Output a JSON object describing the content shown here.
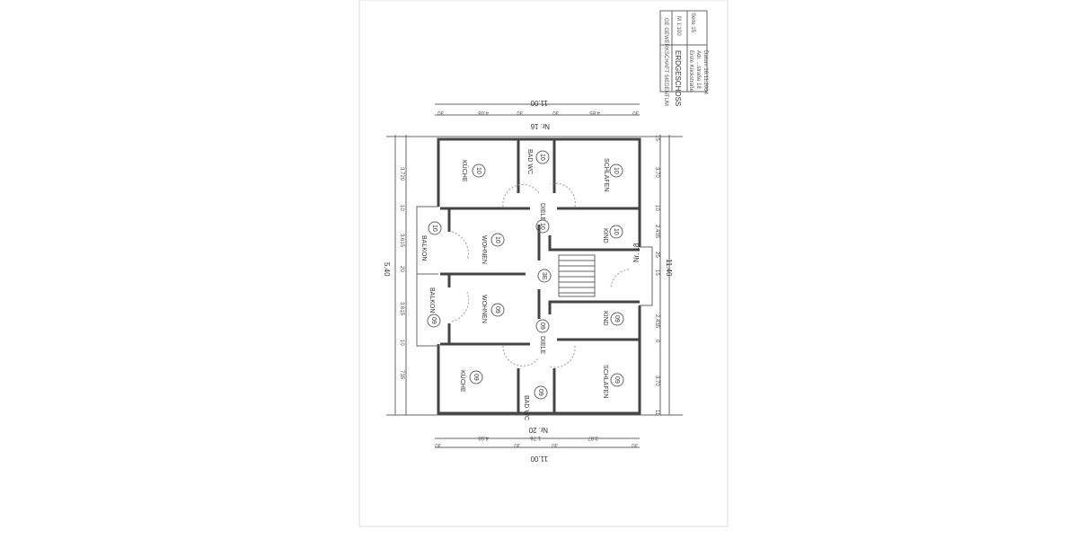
{
  "title_block": {
    "company": "GE GEWERKSCHAFT SIEDENTUM",
    "scale": "M 1:100",
    "floor": "ERDGESCHOSS",
    "line1": "Erste Kückstraße",
    "line2": "Adr. ...straße 18",
    "date": "Datum 16.11.2004",
    "page": "Seite 15"
  },
  "apartments": {
    "top": "Nr. 16",
    "bottom": "Nr. 20",
    "stair": "Nr. 18"
  },
  "rooms": [
    {
      "name": "KÜCHE",
      "num": "10"
    },
    {
      "name": "BAD WC",
      "num": "10"
    },
    {
      "name": "SCHLAFEN",
      "num": "10"
    },
    {
      "name": "DIELE",
      "num": "10"
    },
    {
      "name": "KIND",
      "num": "10"
    },
    {
      "name": "WOHNEN",
      "num": "10"
    },
    {
      "name": "BALKON",
      "num": "10"
    },
    {
      "name": "",
      "num": "3E"
    },
    {
      "name": "WOHNEN",
      "num": "09"
    },
    {
      "name": "BALKON",
      "num": "09"
    },
    {
      "name": "DIELE",
      "num": "09"
    },
    {
      "name": "KIND",
      "num": "09"
    },
    {
      "name": "KÜCHE",
      "num": "09"
    },
    {
      "name": "BAD WC",
      "num": "09"
    },
    {
      "name": "SCHLAFEN",
      "num": "09"
    }
  ],
  "dimensions": {
    "overall_width": "11.00",
    "overall_depth_left": "5.40",
    "overall_depth_right": "11.40",
    "top": [
      "30",
      "4.08",
      "30",
      "30",
      "4.85",
      "30"
    ],
    "bottom": [
      "30",
      "4.08",
      "30",
      "1.76",
      "30",
      "3.87",
      "30"
    ],
    "left": [
      "3.720",
      "10",
      "3.615",
      "20",
      "3.615",
      "10",
      "735"
    ],
    "right": [
      "15",
      "3.70",
      "10",
      "2.435",
      "25",
      "15",
      "2.435",
      "0",
      "3.70",
      "11"
    ]
  }
}
